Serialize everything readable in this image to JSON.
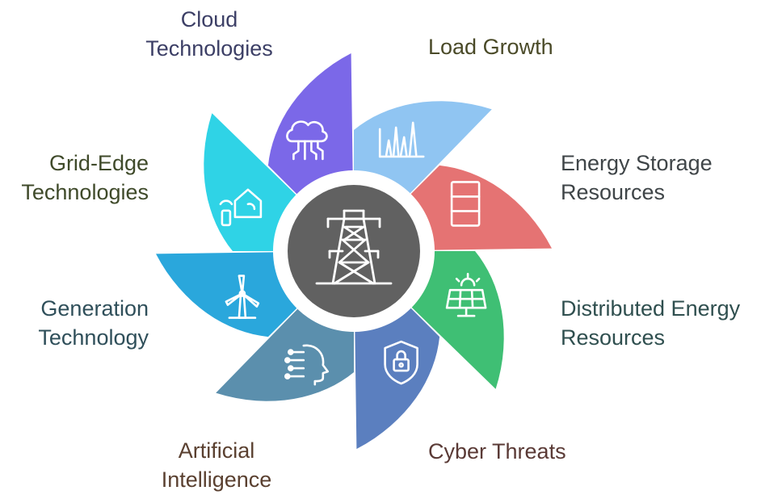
{
  "center": {
    "icon": "transmission-tower-icon",
    "color": "#616161"
  },
  "segments": [
    {
      "id": "load-growth",
      "lines": [
        "Load Growth"
      ],
      "color": "#90c5f2",
      "icon": "bar-chart-icon",
      "text_color": "#4a4a28"
    },
    {
      "id": "energy-storage",
      "lines": [
        "Energy Storage",
        "Resources"
      ],
      "color": "#e57373",
      "icon": "storage-stack-icon",
      "text_color": "#3f4548"
    },
    {
      "id": "distributed-energy",
      "lines": [
        "Distributed Energy",
        "Resources"
      ],
      "color": "#3fbf74",
      "icon": "solar-panel-icon",
      "text_color": "#2f4f4f"
    },
    {
      "id": "cyber-threats",
      "lines": [
        "Cyber Threats"
      ],
      "color": "#5b7fbf",
      "icon": "shield-lock-icon",
      "text_color": "#5a3a36"
    },
    {
      "id": "artificial-intelligence",
      "lines": [
        "Artificial",
        "Intelligence"
      ],
      "color": "#5b8fad",
      "icon": "ai-head-icon",
      "text_color": "#5a4030"
    },
    {
      "id": "generation-technology",
      "lines": [
        "Generation",
        "Technology"
      ],
      "color": "#2aa7dc",
      "icon": "wind-turbine-icon",
      "text_color": "#2f4f5a"
    },
    {
      "id": "grid-edge",
      "lines": [
        "Grid-Edge",
        "Technologies"
      ],
      "color": "#2fd3e6",
      "icon": "smart-home-icon",
      "text_color": "#3f4a2a"
    },
    {
      "id": "cloud-technologies",
      "lines": [
        "Cloud",
        "Technologies"
      ],
      "color": "#7b68e8",
      "icon": "cloud-circuit-icon",
      "text_color": "#3c3f66"
    }
  ]
}
